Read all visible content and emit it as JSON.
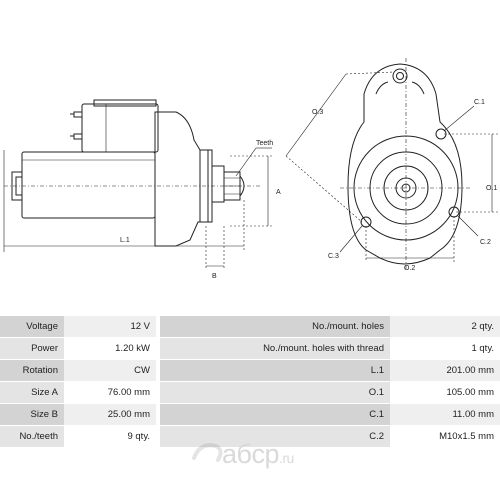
{
  "diagram": {
    "labels": {
      "teeth": "Teeth",
      "a": "A",
      "b": "B",
      "l1": "L.1",
      "o1": "O.1",
      "o2": "O.2",
      "o3": "O.3",
      "c1": "C.1",
      "c2": "C.2",
      "c3": "C.3"
    }
  },
  "specs": [
    {
      "left_label": "Voltage",
      "left_value": "12 V",
      "right_label": "No./mount. holes",
      "right_value": "2 qty."
    },
    {
      "left_label": "Power",
      "left_value": "1.20 kW",
      "right_label": "No./mount. holes with thread",
      "right_value": "1 qty."
    },
    {
      "left_label": "Rotation",
      "left_value": "CW",
      "right_label": "L.1",
      "right_value": "201.00 mm"
    },
    {
      "left_label": "Size A",
      "left_value": "76.00 mm",
      "right_label": "O.1",
      "right_value": "105.00 mm"
    },
    {
      "left_label": "Size B",
      "left_value": "25.00 mm",
      "right_label": "C.1",
      "right_value": "11.00 mm"
    },
    {
      "left_label": "No./teeth",
      "left_value": "9 qty.",
      "right_label": "C.2",
      "right_value": "M10x1.5 mm"
    }
  ],
  "watermark": {
    "text": "aбcp",
    "suffix": ".ru"
  }
}
